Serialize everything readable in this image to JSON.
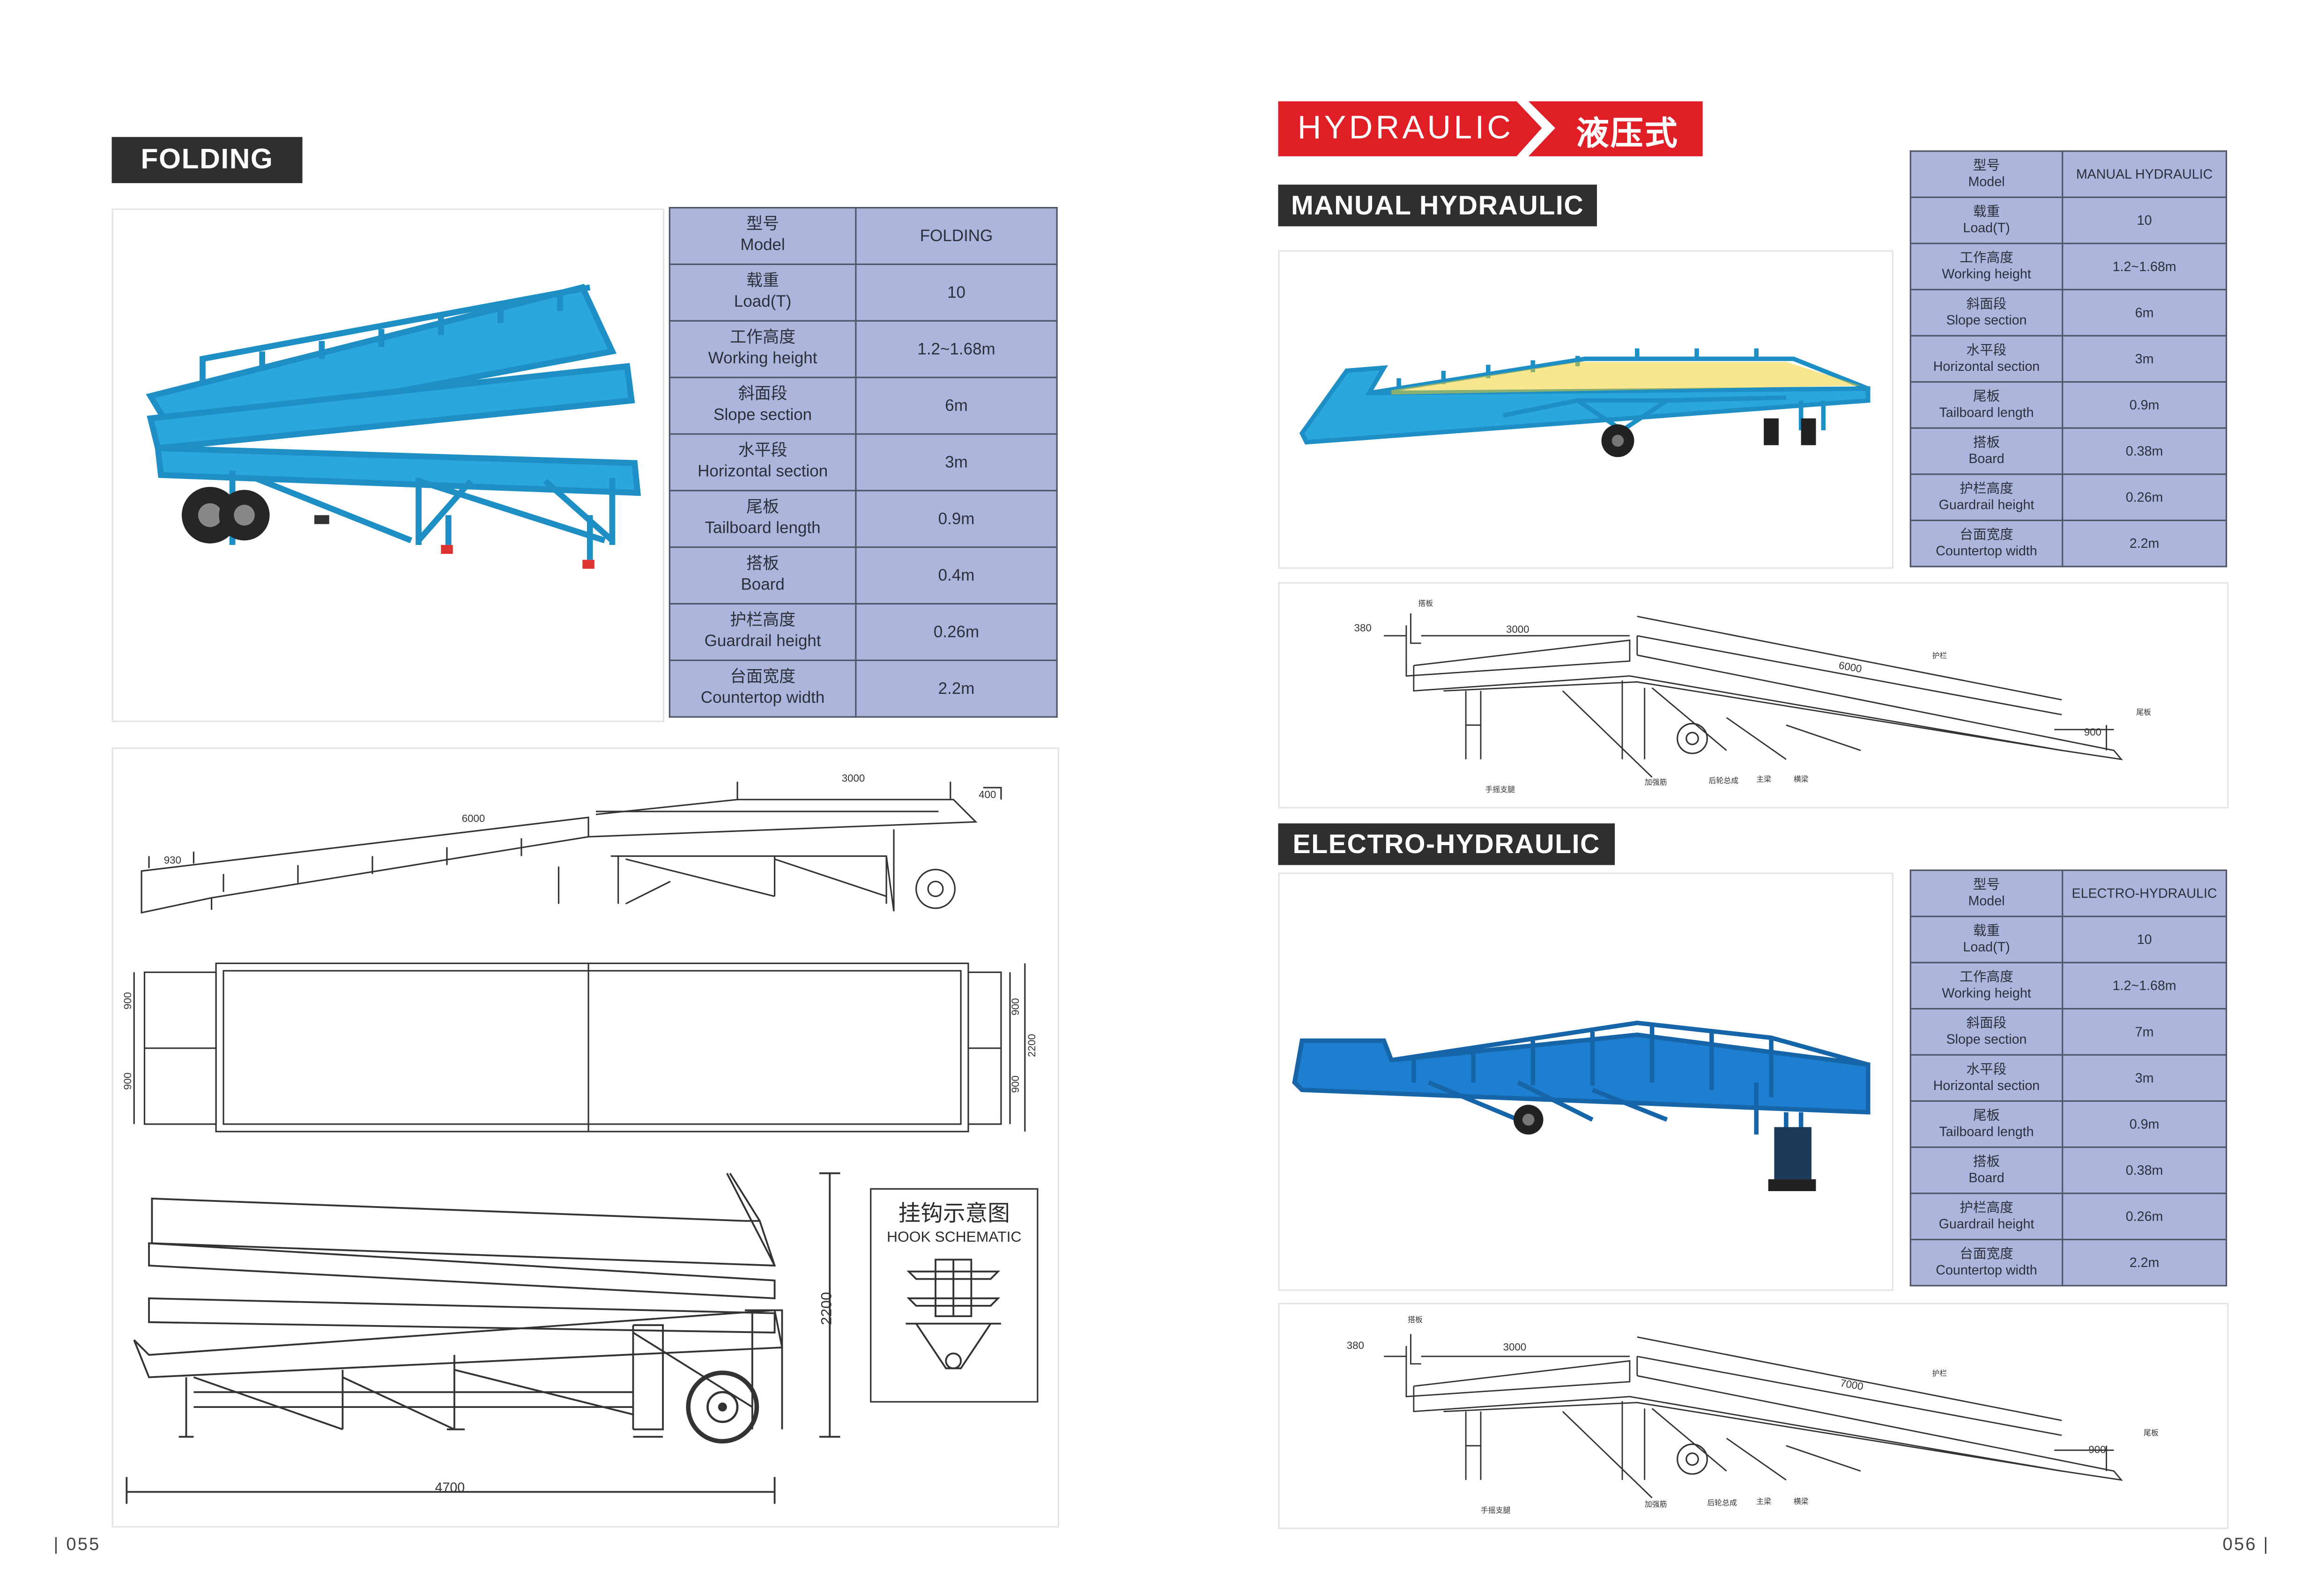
{
  "left_page": {
    "section_label": "FOLDING",
    "spec_table": [
      {
        "zh": "型号",
        "en": "Model",
        "value": "FOLDING"
      },
      {
        "zh": "载重",
        "en": "Load(T)",
        "value": "10"
      },
      {
        "zh": "工作高度",
        "en": "Working height",
        "value": "1.2~1.68m"
      },
      {
        "zh": "斜面段",
        "en": "Slope section",
        "value": "6m"
      },
      {
        "zh": "水平段",
        "en": "Horizontal section",
        "value": "3m"
      },
      {
        "zh": "尾板",
        "en": "Tailboard length",
        "value": "0.9m"
      },
      {
        "zh": "搭板",
        "en": "Board",
        "value": "0.4m"
      },
      {
        "zh": "护栏高度",
        "en": "Guardrail height",
        "value": "0.26m"
      },
      {
        "zh": "台面宽度",
        "en": "Countertop width",
        "value": "2.2m"
      }
    ],
    "drawing_side": {
      "dim_slope": "6000",
      "dim_horizontal": "3000",
      "dim_board": "400",
      "dim_tail": "930"
    },
    "drawing_plan": {
      "dim_a": "900",
      "dim_b": "900",
      "dim_c": "900",
      "dim_d": "900",
      "dim_total": "2200"
    },
    "drawing_folded": {
      "dim_height": "2200",
      "dim_length": "4700"
    },
    "hook_schematic": {
      "title_zh": "挂钩示意图",
      "title_en": "HOOK SCHEMATIC"
    },
    "page_number": "| 055"
  },
  "right_page": {
    "banner": {
      "en": "HYDRAULIC",
      "zh": "液压式"
    },
    "manual": {
      "section_label": "MANUAL HYDRAULIC",
      "spec_table": [
        {
          "zh": "型号",
          "en": "Model",
          "value": "MANUAL HYDRAULIC"
        },
        {
          "zh": "载重",
          "en": "Load(T)",
          "value": "10"
        },
        {
          "zh": "工作高度",
          "en": "Working height",
          "value": "1.2~1.68m"
        },
        {
          "zh": "斜面段",
          "en": "Slope section",
          "value": "6m"
        },
        {
          "zh": "水平段",
          "en": "Horizontal section",
          "value": "3m"
        },
        {
          "zh": "尾板",
          "en": "Tailboard length",
          "value": "0.9m"
        },
        {
          "zh": "搭板",
          "en": "Board",
          "value": "0.38m"
        },
        {
          "zh": "护栏高度",
          "en": "Guardrail height",
          "value": "0.26m"
        },
        {
          "zh": "台面宽度",
          "en": "Countertop width",
          "value": "2.2m"
        }
      ],
      "drawing": {
        "dim_board": "380",
        "dim_horizontal": "3000",
        "dim_slope": "6000",
        "dim_tail": "900",
        "labels": [
          "搭板",
          "护栏",
          "尾板",
          "手摇支腿",
          "加强筋",
          "后轮总成",
          "主梁",
          "横梁"
        ]
      }
    },
    "electro": {
      "section_label": "ELECTRO-HYDRAULIC",
      "spec_table": [
        {
          "zh": "型号",
          "en": "Model",
          "value": "ELECTRO-HYDRAULIC"
        },
        {
          "zh": "载重",
          "en": "Load(T)",
          "value": "10"
        },
        {
          "zh": "工作高度",
          "en": "Working height",
          "value": "1.2~1.68m"
        },
        {
          "zh": "斜面段",
          "en": "Slope section",
          "value": "7m"
        },
        {
          "zh": "水平段",
          "en": "Horizontal section",
          "value": "3m"
        },
        {
          "zh": "尾板",
          "en": "Tailboard length",
          "value": "0.9m"
        },
        {
          "zh": "搭板",
          "en": "Board",
          "value": "0.38m"
        },
        {
          "zh": "护栏高度",
          "en": "Guardrail height",
          "value": "0.26m"
        },
        {
          "zh": "台面宽度",
          "en": "Countertop width",
          "value": "2.2m"
        }
      ],
      "drawing": {
        "dim_board": "380",
        "dim_horizontal": "3000",
        "dim_slope": "7000",
        "dim_tail": "900",
        "labels": [
          "搭板",
          "护栏",
          "尾板",
          "手摇支腿",
          "加强筋",
          "后轮总成",
          "主梁",
          "横梁"
        ]
      }
    },
    "page_number": "056 |"
  },
  "colors": {
    "table_fill": "#acb6dd",
    "label_bg": "#2f2f2f",
    "banner_red": "#e01e25",
    "ramp_blue": "#2aa7dc"
  }
}
